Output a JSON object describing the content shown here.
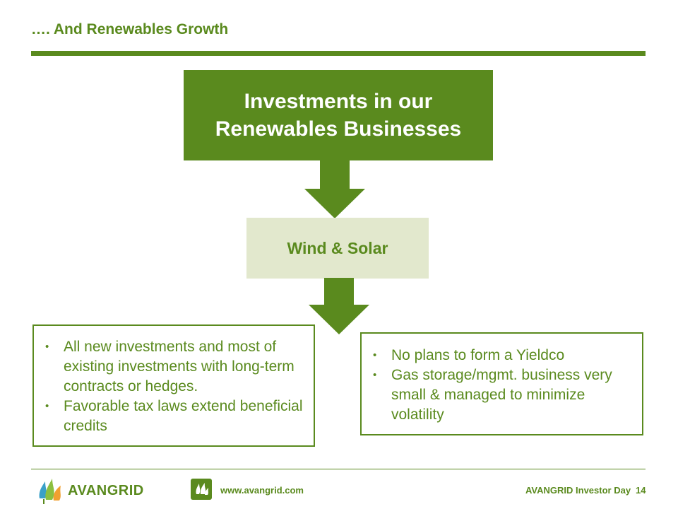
{
  "slide": {
    "title": "…. And Renewables Growth",
    "top_box": {
      "line1": "Investments in our",
      "line2": "Renewables Businesses"
    },
    "middle_box": "Wind & Solar",
    "left_box": {
      "bullets": [
        "All new investments and most of existing investments with long-term contracts or hedges.",
        "Favorable tax laws extend beneficial credits"
      ]
    },
    "right_box": {
      "bullets": [
        "No plans to form a Yieldco",
        "Gas storage/mgmt. business very small & managed to minimize volatility"
      ]
    },
    "bullet_glyph": "•"
  },
  "footer": {
    "logo_text": "AVANGRID",
    "url": "www.avangrid.com",
    "event": "AVANGRID Investor Day",
    "page_number": "14"
  },
  "icons": {
    "logo": "avangrid-flame-logo-icon",
    "badge": "renewables-badge-icon",
    "arrows": "down-arrow-icon"
  },
  "colors": {
    "brand_green": "#5a8a1e",
    "light_green": "#e2e8cd",
    "logo_blue": "#3aa0c8",
    "logo_orange": "#f0a030"
  }
}
